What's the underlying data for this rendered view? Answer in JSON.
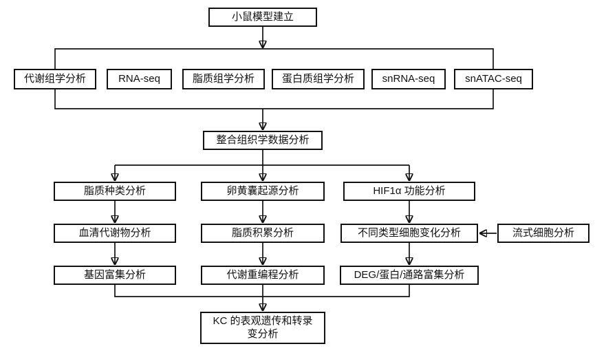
{
  "nodes": {
    "mouse_model": "小鼠模型建立",
    "metabolomics": "代谢组学分析",
    "rna_seq": "RNA-seq",
    "lipidomics": "脂质组学分析",
    "proteomics": "蛋白质组学分析",
    "snrna_seq": "snRNA-seq",
    "snatac_seq": "snATAC-seq",
    "integration": "整合组织学数据分析",
    "lipid_species": "脂质种类分析",
    "serum_metabolites": "血清代谢物分析",
    "gene_enrichment": "基因富集分析",
    "yolk_sac_origin": "卵黄囊起源分析",
    "lipid_accumulation": "脂质积累分析",
    "metabolic_reprogramming": "代谢重编程分析",
    "hif1a_function": "HIF1α 功能分析",
    "cell_type_changes": "不同类型细胞变化分析",
    "flow_cytometry": "流式细胞分析",
    "deg_enrichment": "DEG/蛋白/通路富集分析",
    "kc_epigenetic": "KC 的表观遗传和转录\n变分析"
  },
  "colors": {
    "line": "#111111",
    "box_border": "#111111",
    "box_background": "#ffffff",
    "text": "#111111"
  }
}
